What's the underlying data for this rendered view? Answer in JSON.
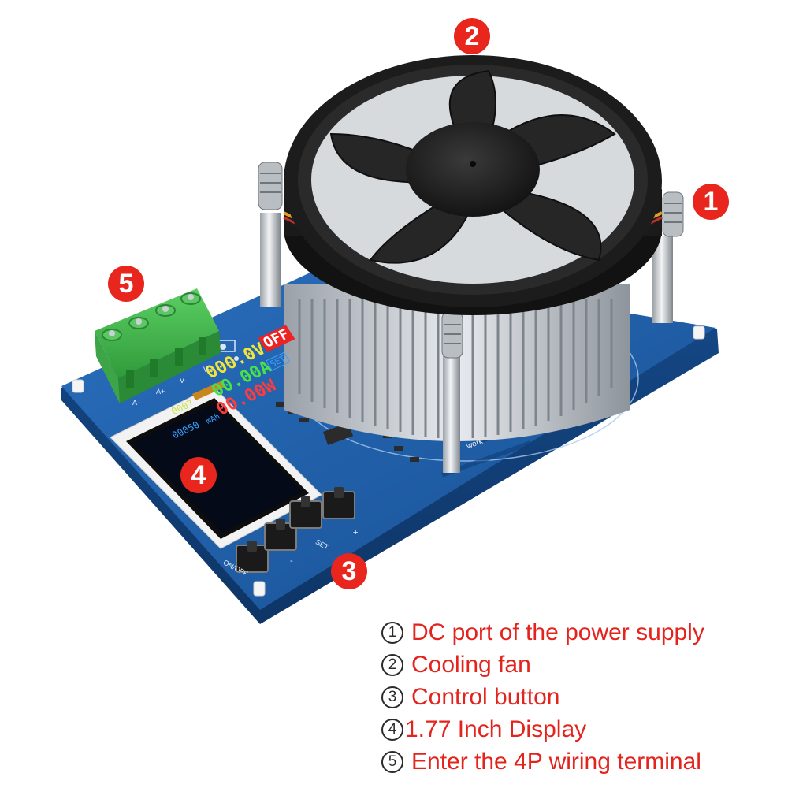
{
  "product": {
    "display": {
      "voltage": "000.0V",
      "current": "00.00A",
      "power": "00.00W",
      "state": "OFF",
      "mode": "SET",
      "capacity": "0007",
      "energy": "00050",
      "unit_mah": "mAh"
    },
    "board": {
      "button_labels": [
        "ON/OFF",
        "-",
        "SET",
        "+"
      ],
      "terminal_pins": [
        "A-",
        "A+",
        "V-",
        "V+"
      ],
      "silk_text": "work"
    }
  },
  "callouts": {
    "c1": "1",
    "c2": "2",
    "c3": "3",
    "c4": "4",
    "c5": "5"
  },
  "legend": [
    {
      "num": "1",
      "text": "DC port of the power supply"
    },
    {
      "num": "2",
      "text": "Cooling fan"
    },
    {
      "num": "3",
      "text": "Control button"
    },
    {
      "num": "4",
      "text": "1.77 Inch Display"
    },
    {
      "num": "5",
      "text": "Enter the 4P wiring terminal"
    }
  ],
  "colors": {
    "accent": "#e8261e",
    "pcb": "#1f5fa8",
    "terminal": "#3fb34a",
    "fan": "#1e1e1e",
    "heatsink": "#c8ccd0"
  }
}
